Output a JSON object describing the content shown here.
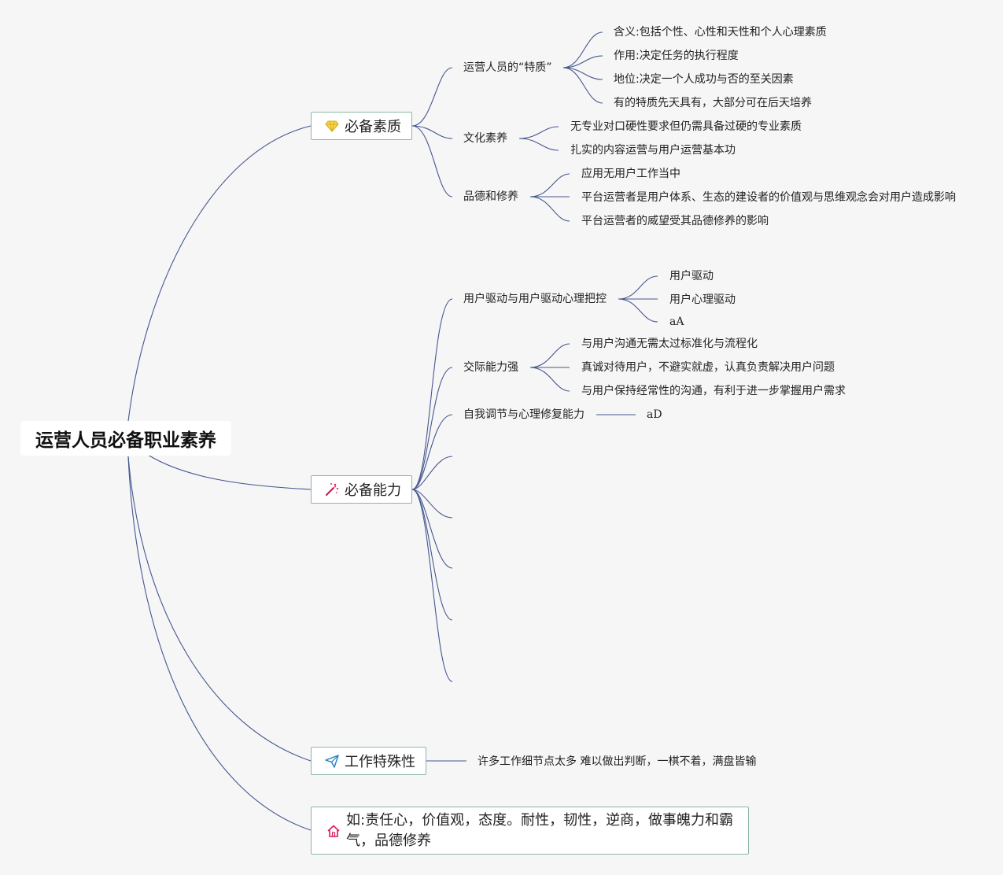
{
  "root": {
    "title": "运营人员必备职业素养"
  },
  "branches": [
    {
      "label": "必备素质",
      "icon": "diamond-icon",
      "children": [
        {
          "label": "运营人员的“特质”",
          "children": [
            "含义:包括个性、心性和天性和个人心理素质",
            "作用:决定任务的执行程度",
            "地位:决定一个人成功与否的至关因素",
            "有的特质先天具有，大部分可在后天培养"
          ]
        },
        {
          "label": "文化素养",
          "children": [
            "无专业对口硬性要求但仍需具备过硬的专业素质",
            "扎实的内容运营与用户运营基本功"
          ]
        },
        {
          "label": "品德和修养",
          "children": [
            "应用无用户工作当中",
            "平台运营者是用户体系、生态的建设者的价值观与思维观念会对用户造成影响",
            "平台运营者的威望受其品德修养的影响"
          ]
        }
      ]
    },
    {
      "label": "必备能力",
      "icon": "magic-wand-icon",
      "children": [
        {
          "label": "用户驱动与用户驱动心理把控",
          "children": [
            "用户驱动",
            "用户心理驱动",
            "aA"
          ]
        },
        {
          "label": "交际能力强",
          "children": [
            "与用户沟通无需太过标准化与流程化",
            "真诚对待用户，不避实就虚，认真负责解决用户问题",
            "与用户保持经常性的沟通，有利于进一步掌握用户需求"
          ]
        },
        {
          "label": "自我调节与心理修复能力",
          "children": [
            "aD"
          ]
        }
      ]
    },
    {
      "label": "工作特殊性",
      "icon": "paper-plane-icon",
      "children": [
        {
          "label": "许多工作细节点太多 难以做出判断，一棋不着，满盘皆输"
        }
      ]
    },
    {
      "label": "如:责任心，价值观，态度。耐性，韧性，逆商，做事魄力和霸气，品德修养",
      "icon": "home-icon"
    }
  ],
  "colors": {
    "line": "#45578f",
    "branch_border": "#8cb7a3",
    "background": "#f6f6f6"
  }
}
